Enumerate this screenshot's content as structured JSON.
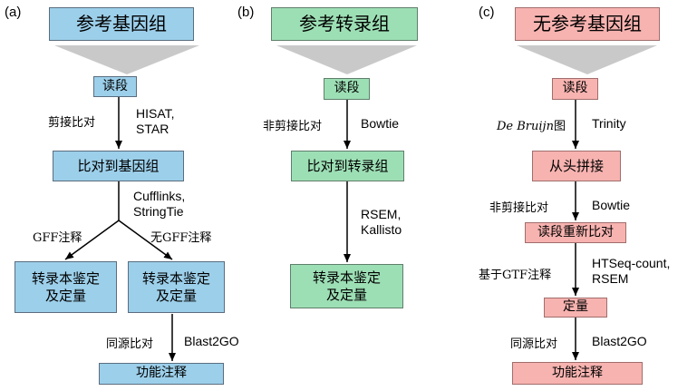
{
  "panels": [
    {
      "label": "(a)",
      "title": "参考基因组",
      "reads": "读段",
      "step1_method": "剪接比对",
      "step1_tools": "HISAT,\nSTAR",
      "align": "比对到基因组",
      "assemble_tools": "Cufflinks,\nStringTie",
      "branch_left": "GFF注释",
      "branch_right": "无GFF注释",
      "quant_left": "转录本鉴定\n及定量",
      "quant_right": "转录本鉴定\n及定量",
      "anno_method": "同源比对",
      "anno_tool": "Blast2GO",
      "func": "功能注释"
    },
    {
      "label": "(b)",
      "title": "参考转录组",
      "reads": "读段",
      "step1_method": "非剪接比对",
      "step1_tool": "Bowtie",
      "align": "比对到转录组",
      "quant_tools": "RSEM,\nKallisto",
      "quant": "转录本鉴定\n及定量"
    },
    {
      "label": "(c)",
      "title": "无参考基因组",
      "reads": "读段",
      "graph_italic": "De Bruijn",
      "graph_suffix": "图",
      "assembler": "Trinity",
      "assemble": "从头拼接",
      "realign_method": "非剪接比对",
      "realign_tool": "Bowtie",
      "realign": "读段重新比对",
      "quant_method": "基于GTF注释",
      "quant_tools": "HTSeq-count,\nRSEM",
      "quant": "定量",
      "anno_method": "同源比对",
      "anno_tool": "Blast2GO",
      "func": "功能注释"
    }
  ],
  "colors": {
    "panel_a": "#9ccfea",
    "panel_b": "#9ddfb5",
    "panel_c": "#f7b3b0",
    "funnel": "#c9c9c9",
    "arrow": "#000000"
  }
}
